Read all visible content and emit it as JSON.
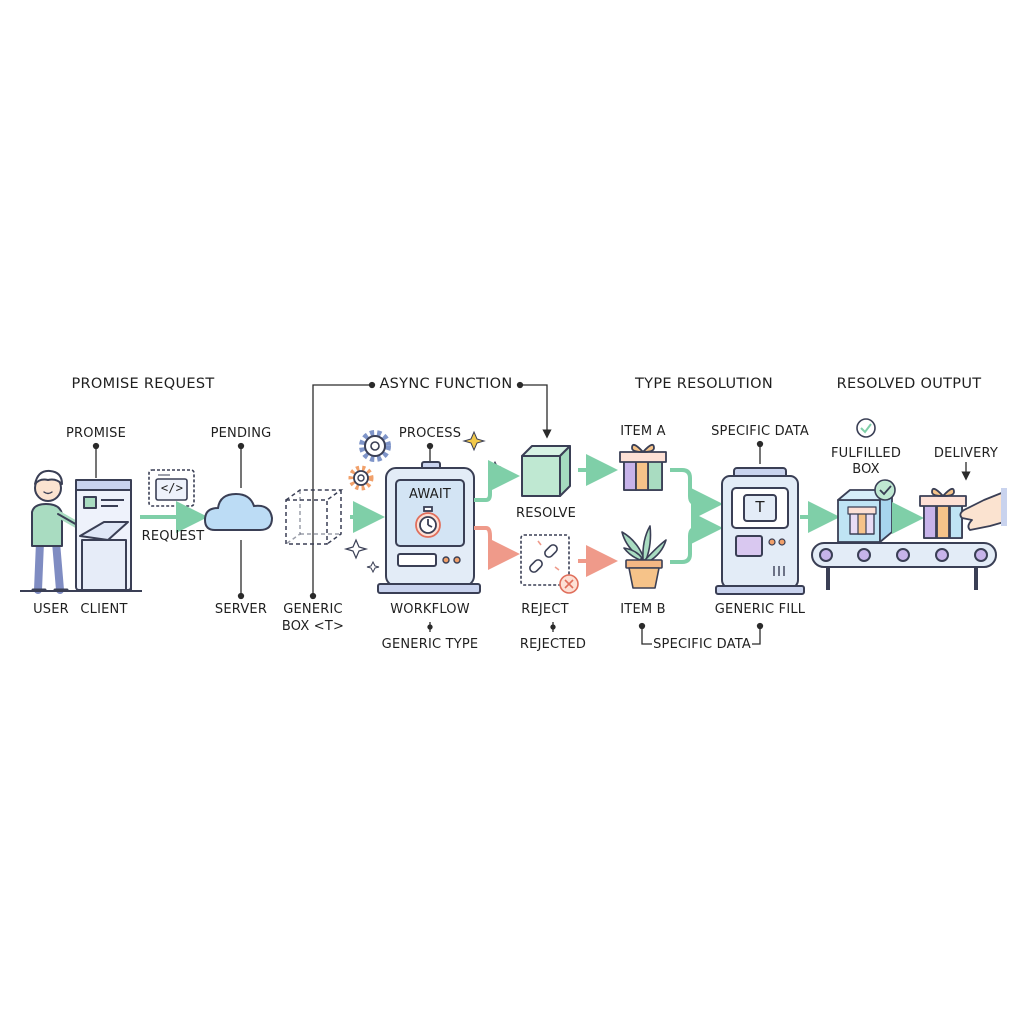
{
  "sections": {
    "promise_request": "PROMISE REQUEST",
    "async_function": "ASYNC FUNCTION",
    "type_resolution": "TYPE RESOLUTION",
    "resolved_output": "RESOLVED OUTPUT"
  },
  "labels": {
    "promise": "PROMISE",
    "pending": "PENDING",
    "process": "PROCESS",
    "item_a": "ITEM A",
    "specific_data_top": "SPECIFIC DATA",
    "fulfilled_box_line1": "FULFILLED",
    "fulfilled_box_line2": "BOX",
    "delivery": "DELIVERY",
    "request": "REQUEST",
    "await": "AWAIT",
    "resolve": "RESOLVE",
    "t_symbol": "T",
    "user": "USER",
    "client": "CLIENT",
    "server": "SERVER",
    "generic_box_line1": "GENERIC",
    "generic_box_line2": "BOX <T>",
    "workflow": "WORKFLOW",
    "reject": "REJECT",
    "item_b": "ITEM B",
    "generic_fill": "GENERIC FILL",
    "generic_type": "GENERIC TYPE",
    "rejected": "REJECTED",
    "specific_data_bottom": "SPECIFIC DATA",
    "code_symbol": "</>"
  },
  "colors": {
    "outline": "#3a3f55",
    "green_arrow": "#7fcfa8",
    "red_arrow": "#ef9a8a",
    "machine_fill": "#e3ecf7",
    "green_box": "#bfe8d2",
    "cloud": "#bcdcf5",
    "gear_blue": "#7f95c9",
    "gear_orange": "#f1a06a",
    "sparkle": "#f1c84b"
  }
}
